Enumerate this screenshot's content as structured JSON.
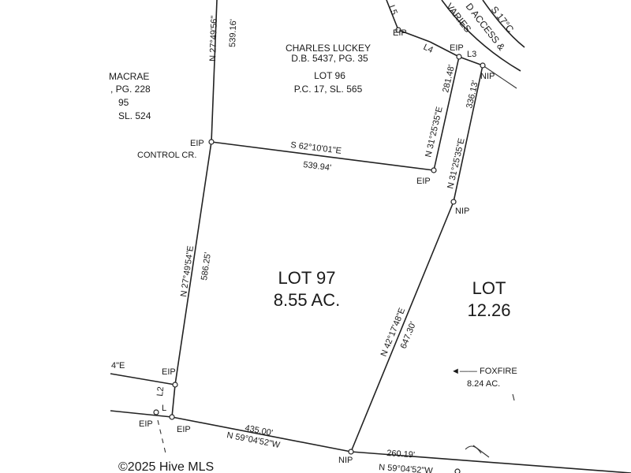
{
  "lots": {
    "left_owner": {
      "name": "MACRAE",
      "deed": ", PG. 228",
      "lot": "95",
      "plat": "SL. 524"
    },
    "top_owner": {
      "name": "CHARLES LUCKEY",
      "deed": "D.B. 5437, PG. 35",
      "lot": "LOT 96",
      "plat": "P.C. 17, SL. 565"
    },
    "main": {
      "name": "LOT 97",
      "area": "8.55 AC."
    },
    "right": {
      "name": "LOT",
      "area": "12.26"
    },
    "foxfire": {
      "name": "FOXFIRE",
      "area": "8.24 AC.",
      "arrow": "◄——"
    }
  },
  "road": {
    "lines": [
      "S 17°C",
      "D ACCESS &",
      "VARIES"
    ]
  },
  "bearings": {
    "top_left": "N 27°49'56\"",
    "top_left_dist": "539.16'",
    "north_line": "S 62°10'01\"E",
    "north_line_dist": "539.94'",
    "west_line": "N 27°49'54\"E",
    "west_line_dist": "586.25'",
    "east_upper": "N 31°25'35\"E",
    "east_upper_dist": "281.48'",
    "east_outer": "N 31°25'35\"E",
    "east_outer_dist": "336.13'",
    "southeast": "N 42°17'48\"E",
    "southeast_dist": "647.30'",
    "south_line": "N 59°04'52\"W",
    "south_line_dist": "435.00'",
    "south_ext": "N 59°04'52\"W",
    "south_ext_dist": "260.19'",
    "left_stub": "4\"E"
  },
  "markers": {
    "eip": "EIP",
    "nip": "NIP",
    "control": "CONTROL CR.",
    "l2": "L2",
    "l3": "L3",
    "l4": "L4",
    "l5": "L5",
    "l1": "L"
  },
  "watermark": "©2025 Hive MLS",
  "colors": {
    "ink": "#222222",
    "paper": "#ffffff"
  }
}
